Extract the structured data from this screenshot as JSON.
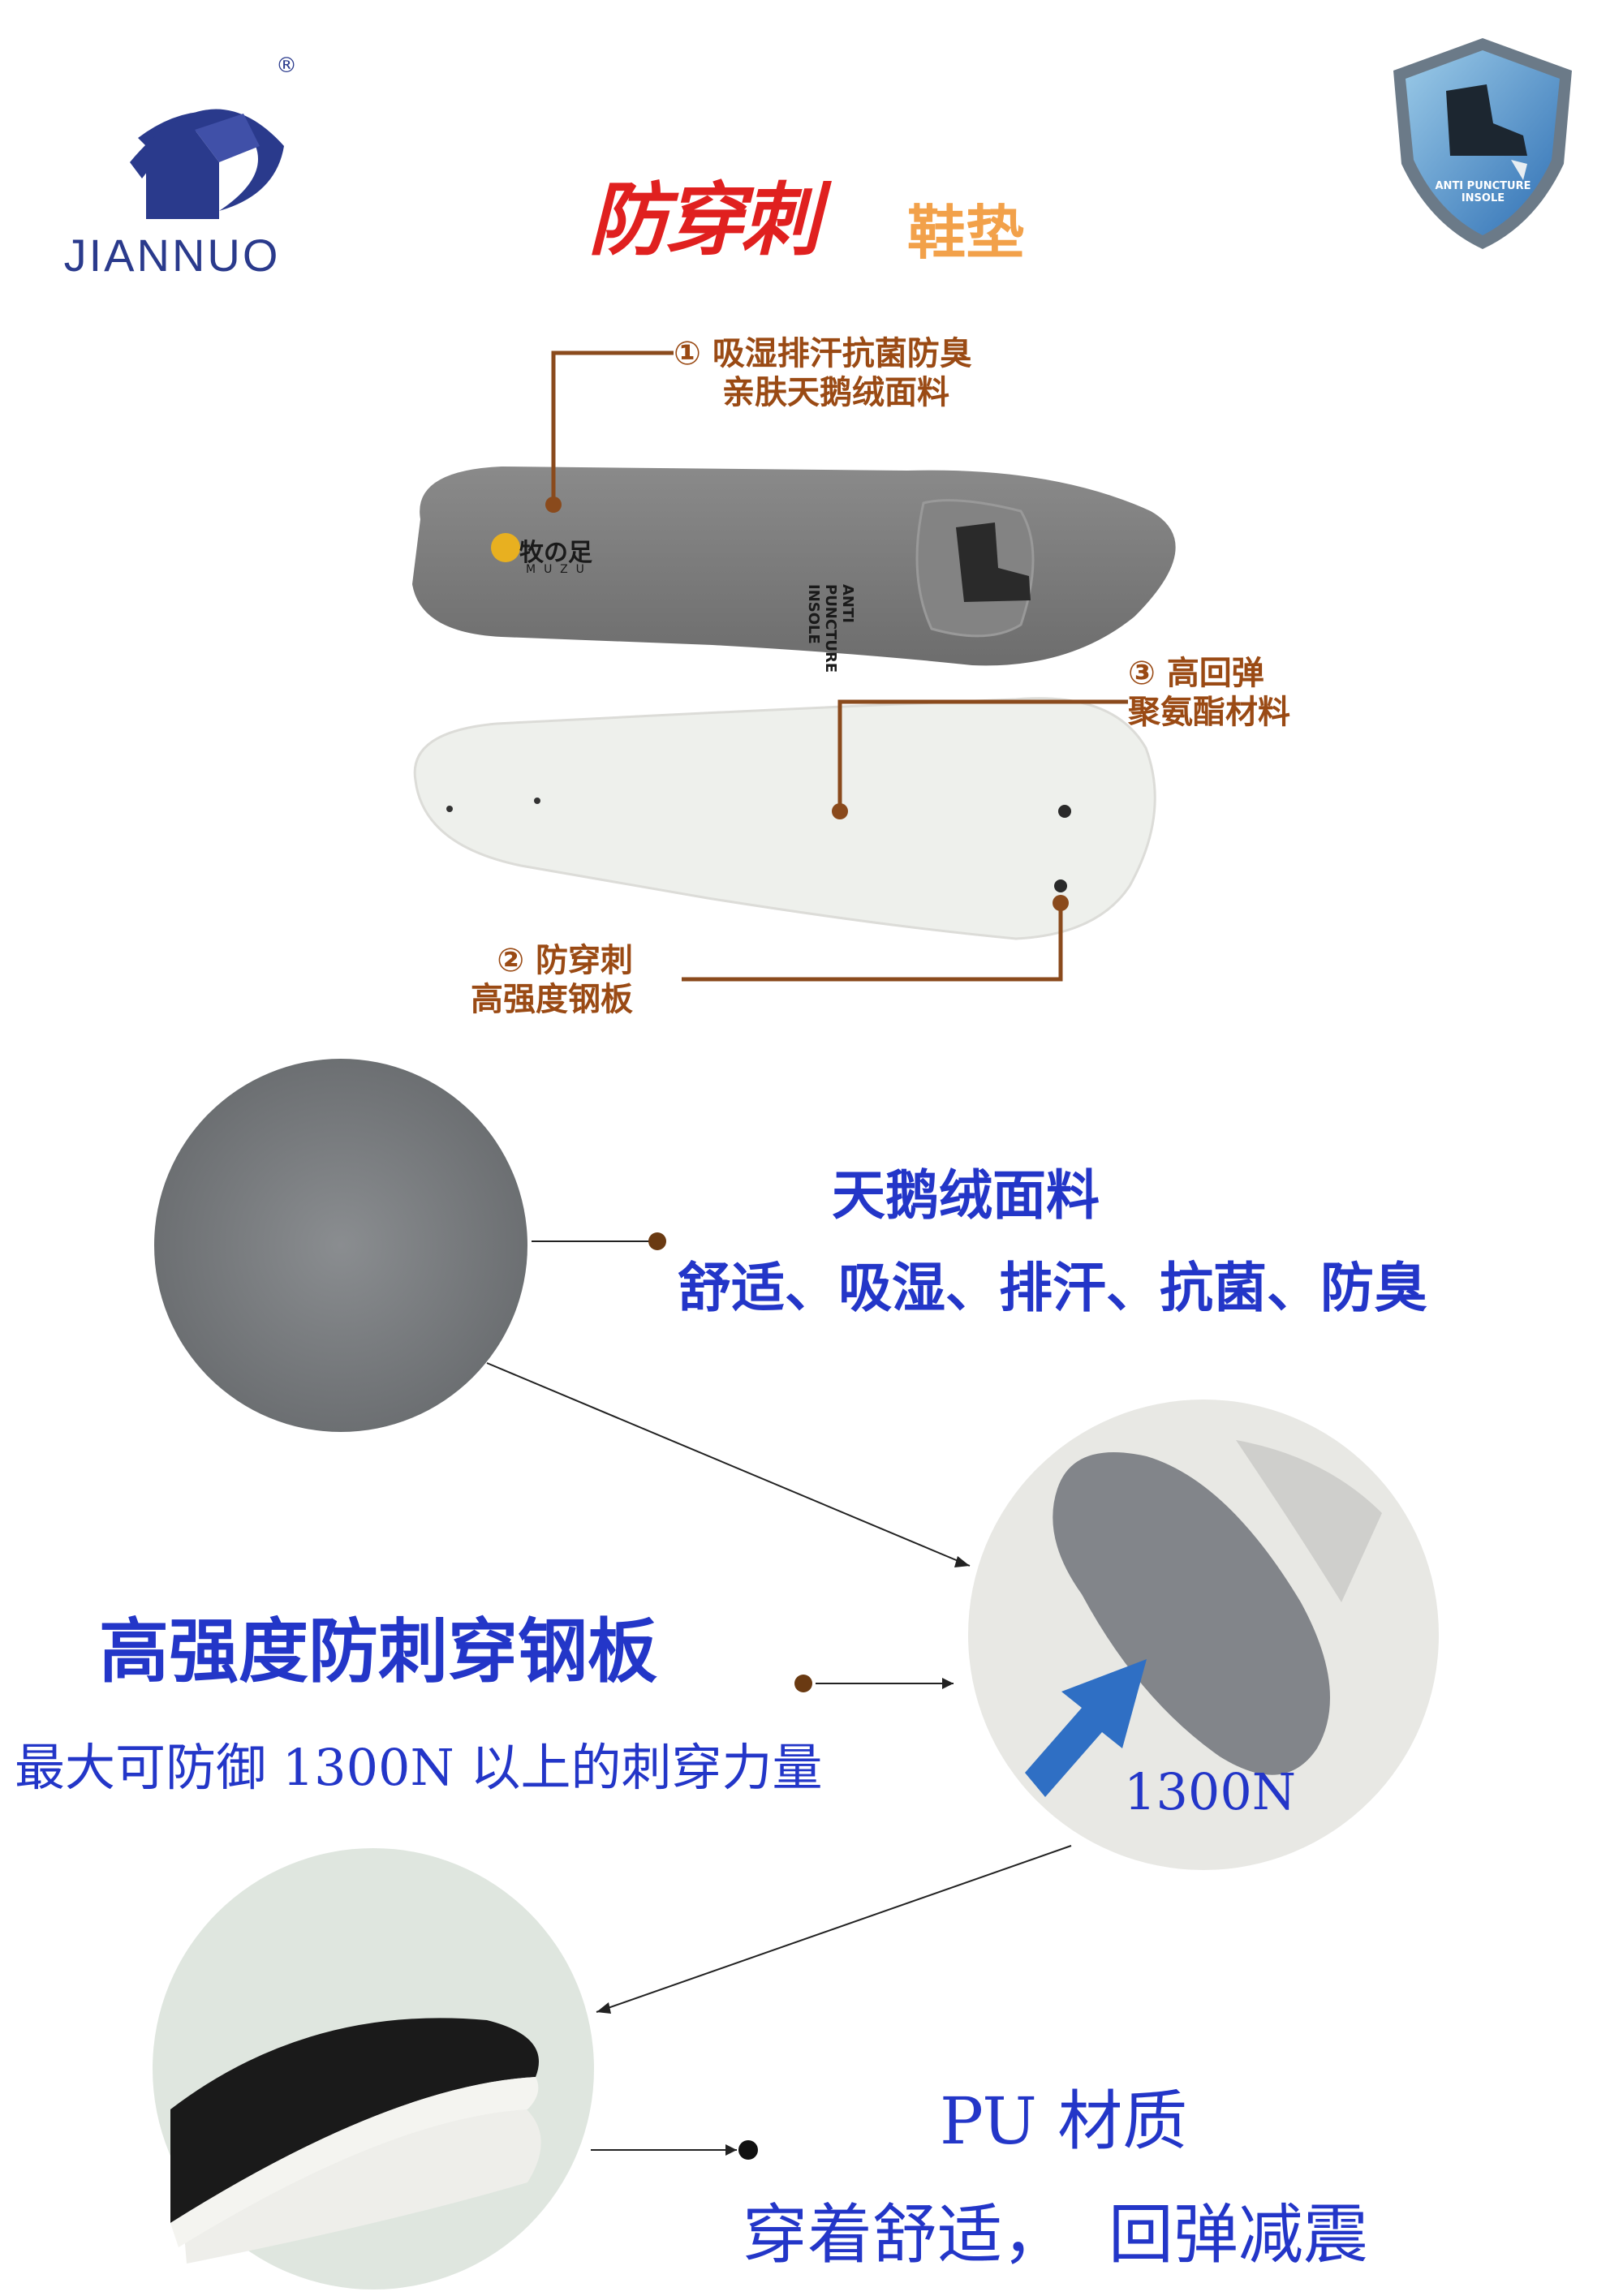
{
  "brand": {
    "name": "JIANNUO",
    "registered_mark": "®"
  },
  "badge": {
    "text": "ANTI PUNCTURE INSOLE",
    "icon": "boot-on-nail-icon",
    "color": "#3c78c2"
  },
  "title": {
    "main": "防穿刺",
    "sub": "鞋垫",
    "main_color": "#e0201f",
    "sub_color": "#f2a14a"
  },
  "insole_photo": {
    "logo_text": "牧の足",
    "logo_sub": "MUZU",
    "stamp_text": "ANTI PUNCTURE INSOLE"
  },
  "callouts": [
    {
      "number": "①",
      "line1": "吸湿排汗抗菌防臭",
      "line2": "亲肤天鹅绒面料"
    },
    {
      "number": "②",
      "line1": "防穿刺",
      "line2": "高强度钢板"
    },
    {
      "number": "③",
      "line1": "高回弹",
      "line2": "聚氨酯材料"
    }
  ],
  "features": [
    {
      "heading": "天鹅绒面料",
      "description": "舒适、吸湿、排汗、抗菌、防臭"
    },
    {
      "heading": "高强度防刺穿钢板",
      "description": "最大可防御 1300N 以上的刺穿力量",
      "force_label": "1300N"
    },
    {
      "heading": "PU 材质",
      "description": "穿着舒适，  回弹减震"
    }
  ],
  "colors": {
    "callout_text": "#9a4a14",
    "feature_text": "#2336c8",
    "leader_line": "#8a4a1c"
  }
}
